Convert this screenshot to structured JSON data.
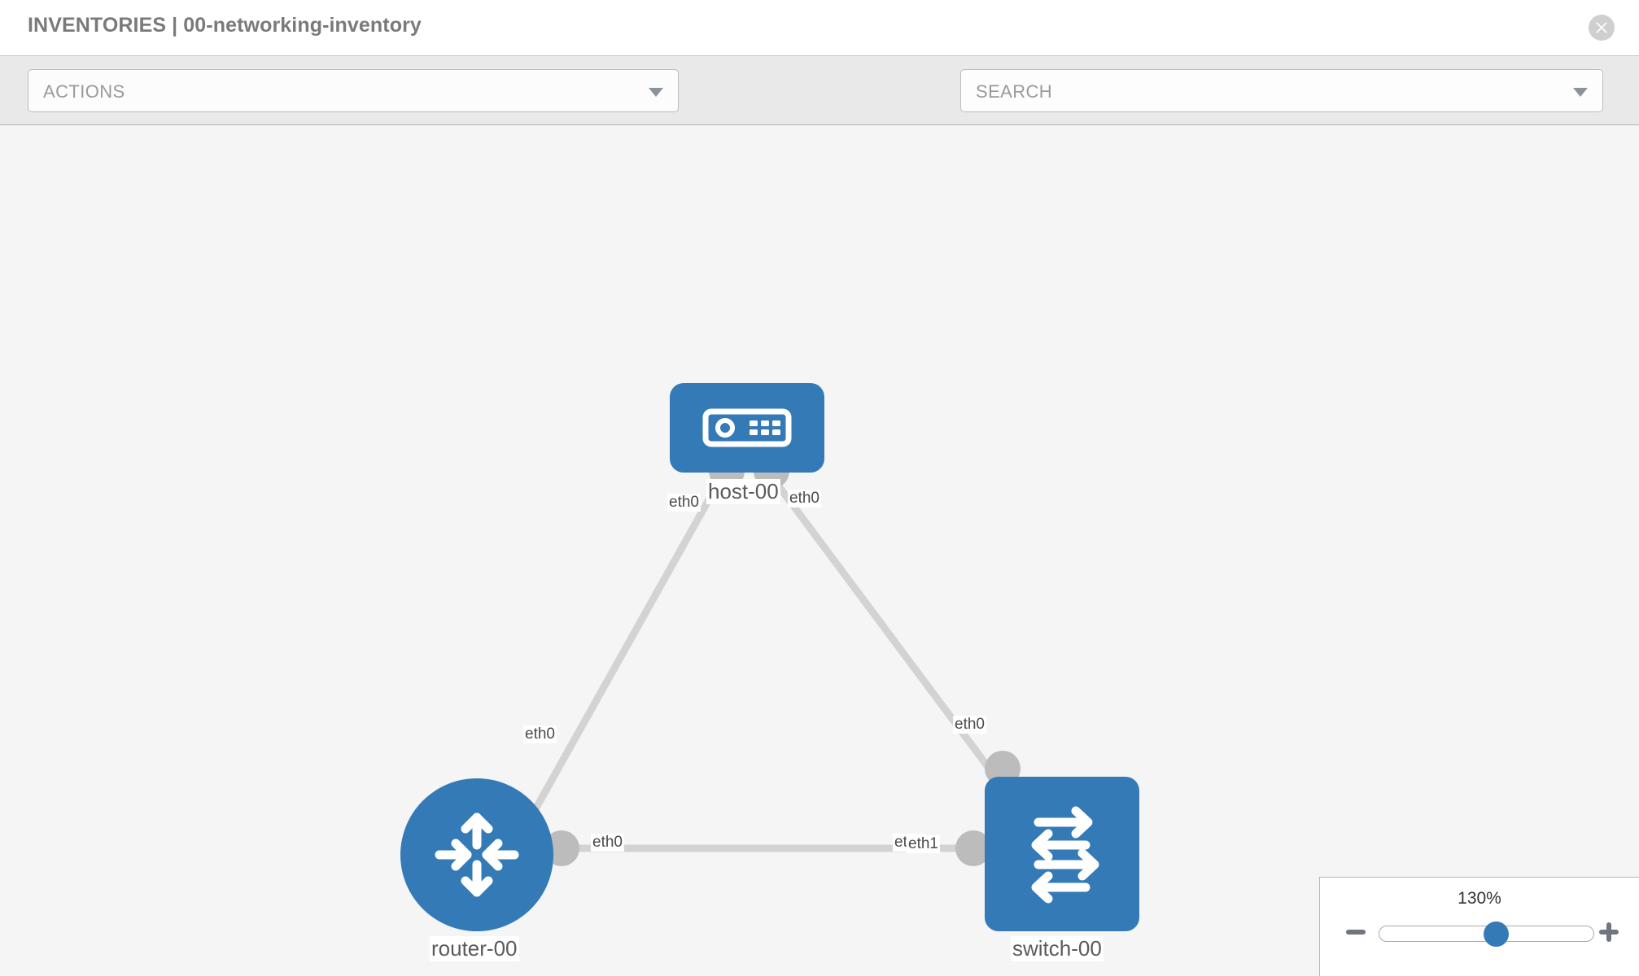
{
  "header": {
    "title": "INVENTORIES | 00-networking-inventory",
    "close_icon": "close-circle-icon"
  },
  "toolbar": {
    "actions_label": "ACTIONS",
    "actions_caret_icon": "chevron-down-icon",
    "wrench_icon": "wrench-icon",
    "key_icon": "key-icon",
    "search_placeholder": "SEARCH",
    "search_caret_icon": "chevron-down-icon"
  },
  "topology": {
    "nodes": [
      {
        "id": "host-00",
        "label": "host-00",
        "type": "host",
        "icon": "server-device-icon",
        "shape": "rounded-square",
        "color": "#337ab7"
      },
      {
        "id": "router-00",
        "label": "router-00",
        "type": "router",
        "icon": "router-four-arrows-icon",
        "shape": "circle",
        "color": "#337ab7"
      },
      {
        "id": "switch-00",
        "label": "switch-00",
        "type": "switch",
        "icon": "switch-bidirectional-arrows-icon",
        "shape": "rounded-square",
        "color": "#337ab7"
      }
    ],
    "links": [
      {
        "from": "host-00",
        "to": "router-00",
        "from_interface": "eth0",
        "to_interface": "eth0"
      },
      {
        "from": "host-00",
        "to": "switch-00",
        "from_interface": "eth0",
        "to_interface": "eth0"
      },
      {
        "from": "router-00",
        "to": "switch-00",
        "from_interface": "eth0",
        "to_interface": "eth1"
      }
    ],
    "interface_labels": {
      "host_left": "eth0",
      "host_right": "eth0",
      "router_up": "eth0",
      "switch_up": "eth0",
      "router_right": "eth0",
      "switch_left_hidden": "eth0",
      "switch_left": "eth1"
    }
  },
  "zoom_control": {
    "value_label": "130%",
    "minus_icon": "minus-icon",
    "plus_icon": "plus-icon",
    "slider_percent": 130
  }
}
